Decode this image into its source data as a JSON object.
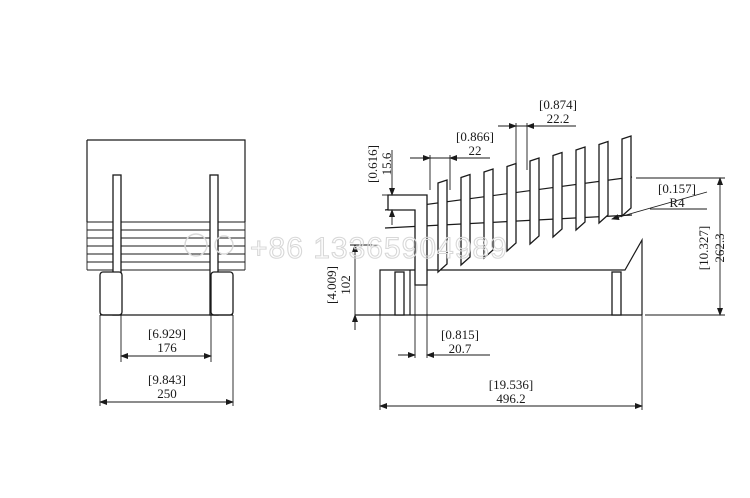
{
  "watermark": "+86 13365904989",
  "front_view": {
    "dims": {
      "inner_in": "[6.929]",
      "inner_mm": "176",
      "outer_in": "[9.843]",
      "outer_mm": "250"
    }
  },
  "side_view": {
    "dims": {
      "fin_gap_in": "[0.866]",
      "fin_gap_mm": "22",
      "fin_pitch_in": "[0.874]",
      "fin_pitch_mm": "22.2",
      "tip_in": "[0.616]",
      "tip_mm": "15.6",
      "radius_in": "[0.157]",
      "radius_mm": "R4",
      "height_in": "[10.327]",
      "height_mm": "262.3",
      "foot_in": "[4.009]",
      "foot_mm": "102",
      "slot_in": "[0.815]",
      "slot_mm": "20.7",
      "length_in": "[19.536]",
      "length_mm": "496.2"
    }
  }
}
